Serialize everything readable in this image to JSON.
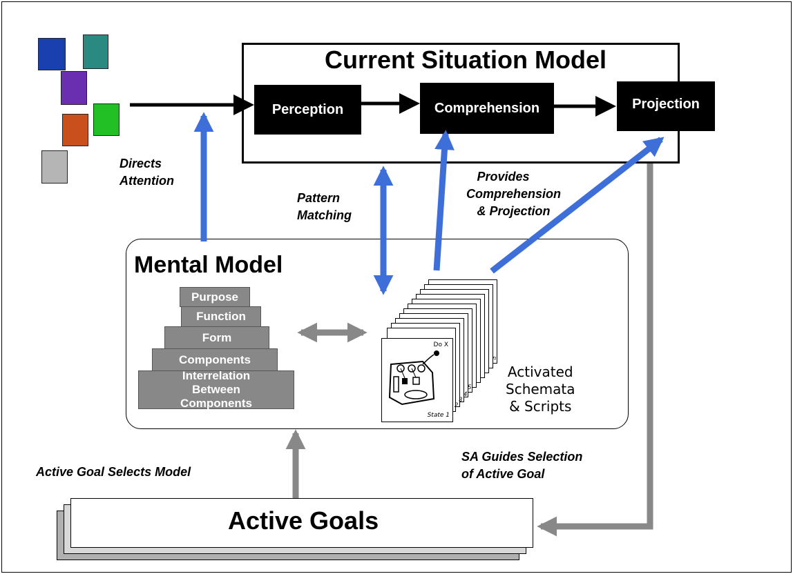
{
  "situation_model": {
    "title": "Current Situation Model",
    "stages": [
      "Perception",
      "Comprehension",
      "Projection"
    ]
  },
  "mental_model": {
    "title": "Mental Model",
    "levels": [
      "Purpose",
      "Function",
      "Form",
      "Components",
      "Interrelation Between Components"
    ],
    "schemata_label": [
      "Activated",
      "Schemata",
      "& Scripts"
    ],
    "card_text": {
      "top": "Do X",
      "bottom": "State 1",
      "numbers": [
        "2",
        "3",
        "4",
        "5",
        "n"
      ]
    }
  },
  "active_goals": {
    "title": "Active Goals"
  },
  "annotations": {
    "directs_attention": [
      "Directs",
      "Attention"
    ],
    "pattern_matching": [
      "Pattern",
      "Matching"
    ],
    "provides": [
      "Provides",
      "Comprehension",
      "& Projection"
    ],
    "goal_selects": "Active Goal Selects Model",
    "sa_guides": [
      "SA Guides Selection",
      "of Active Goal"
    ]
  },
  "colors": {
    "blue_arrow": "#3e6fd8",
    "gray_arrow": "#888888",
    "squares": [
      "#1a3fae",
      "#2a8a82",
      "#6a2eb0",
      "#c9501c",
      "#22c025",
      "#b5b5b5"
    ]
  }
}
